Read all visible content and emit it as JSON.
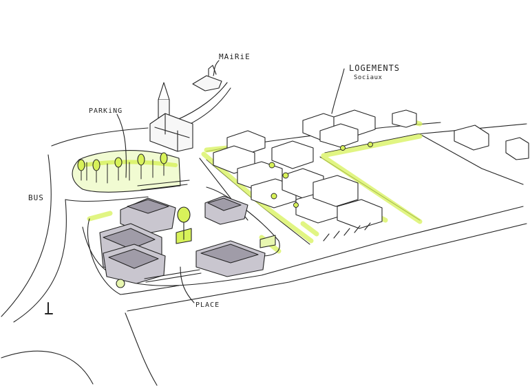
{
  "labels": {
    "mairie": "MAiRiE",
    "logements": "LOGEMENTS",
    "sociaux": "Sociaux",
    "parking": "PARKiNG",
    "bus": "BUS",
    "place": "PLACE"
  },
  "colors": {
    "ink": "#222222",
    "highlight": "#d8f25a",
    "roof_grey": "#c9c6cf",
    "roof_dark": "#a09ca8",
    "paper": "#ffffff"
  }
}
